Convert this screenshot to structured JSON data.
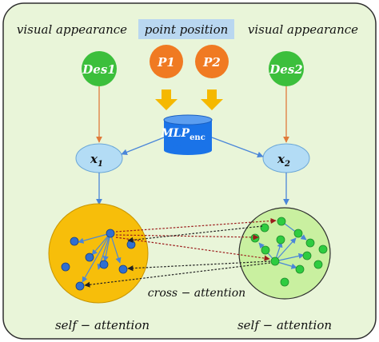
{
  "labels": {
    "point_position": "point position",
    "visual_left": "visual appearance",
    "visual_right": "visual appearance",
    "des1": "Des1",
    "des2": "Des2",
    "p1": "P1",
    "p2": "P2",
    "mlp_base": "MLP",
    "mlp_sub": "enc",
    "x1_base": "x",
    "x1_sub": "1",
    "x2_base": "x",
    "x2_sub": "2",
    "cross_attention": "cross − attention",
    "self_attention_left": "self − attention",
    "self_attention_right": "self − attention"
  },
  "colors": {
    "background_panel": "#e9f5d9",
    "panel_border": "#2f2f2f",
    "des_nodes": "#3cbf3c",
    "position_nodes": "#f07a22",
    "position_label_bg": "#b9d7f0",
    "mlp_cylinder": "#1a73e8",
    "x_nodes": "#b3dcf5",
    "arrow_down": "#f5b800",
    "left_cluster": "#f7be0a",
    "right_cluster": "#c9f0a0",
    "left_points": "#2f6fd1",
    "right_points": "#2ecc40",
    "link_blue": "#4a86d9",
    "link_orange": "#e07a3a",
    "cross_red": "#9b1c1c",
    "cross_black": "#222222"
  }
}
